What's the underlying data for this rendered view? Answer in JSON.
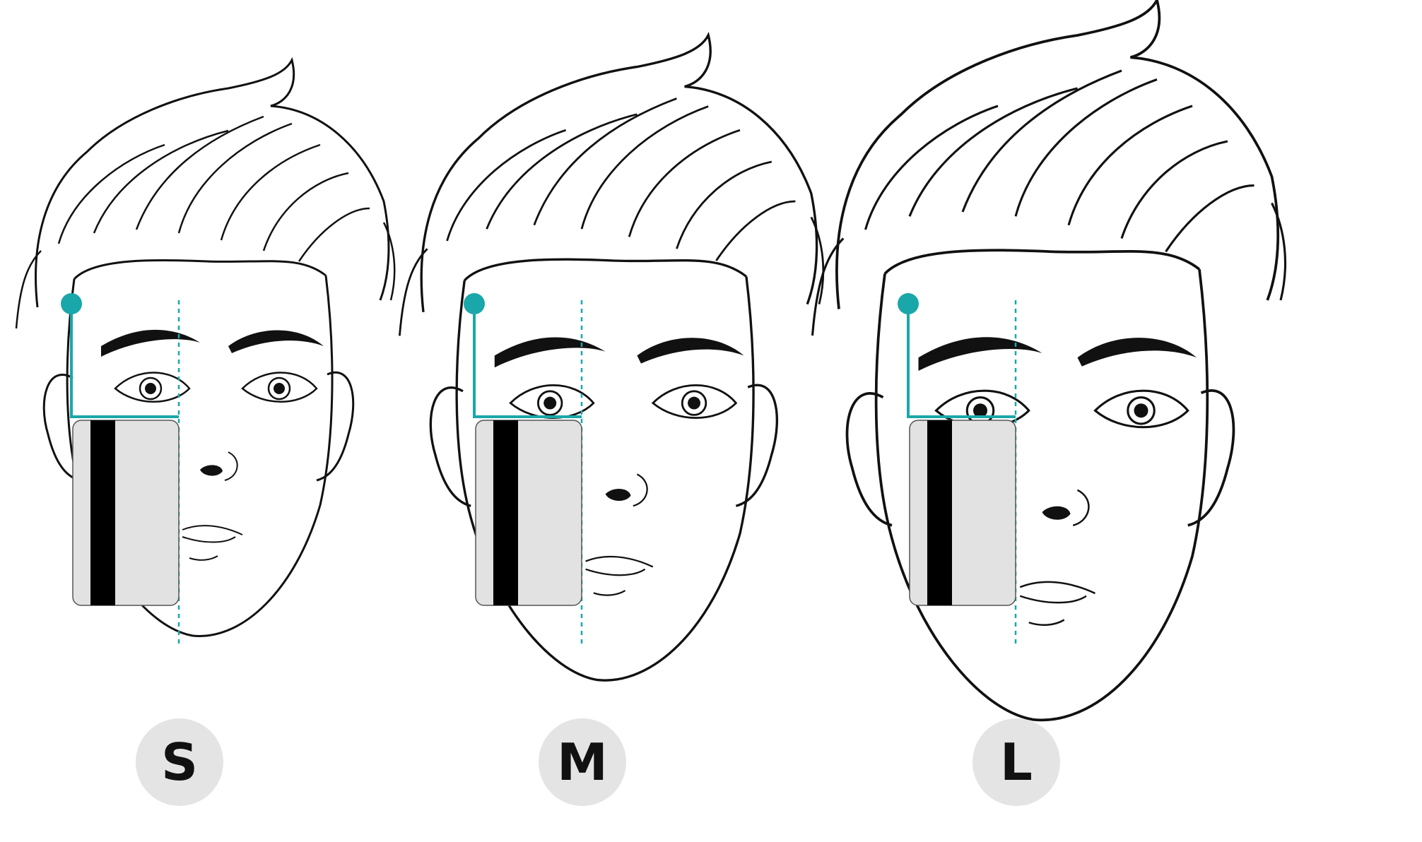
{
  "figure": {
    "sizes": [
      {
        "label": "S"
      },
      {
        "label": "M"
      },
      {
        "label": "L"
      }
    ]
  },
  "colors": {
    "accent": "#1aa7a9",
    "card": "#e2e2e2",
    "stripe": "#000000",
    "badge": "#e4e4e4",
    "ink": "#111111"
  },
  "icons": [
    "face-illustration",
    "bank-card",
    "measure-guide"
  ]
}
